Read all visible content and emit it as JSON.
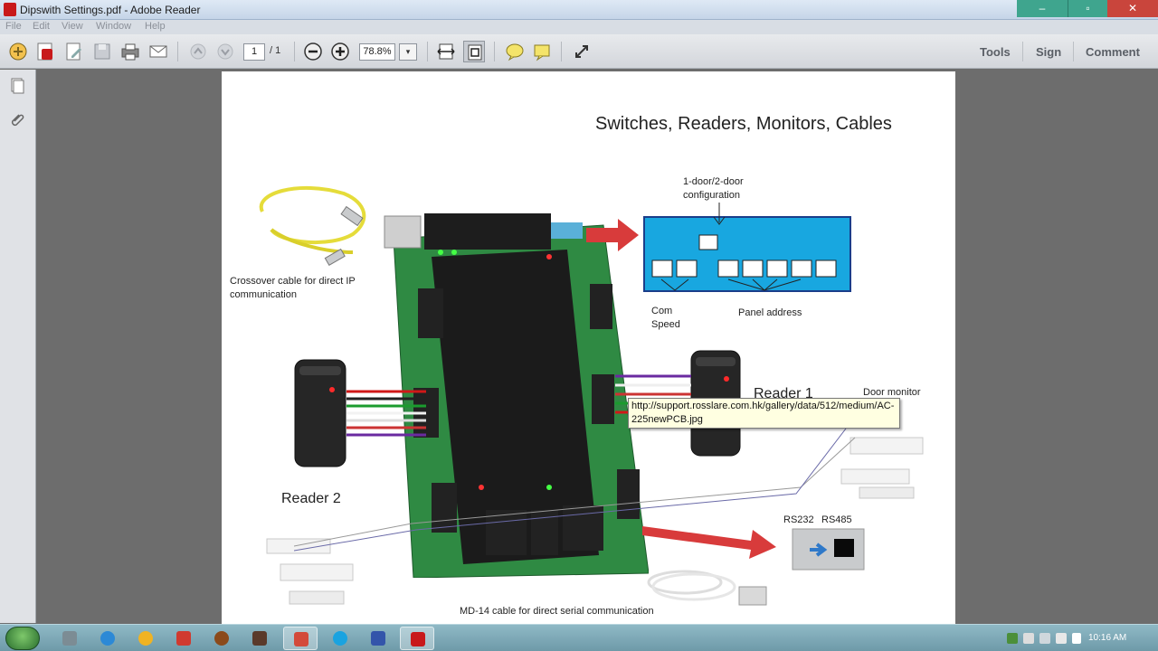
{
  "window": {
    "title": "Dipswith Settings.pdf - Adobe Reader",
    "controls": {
      "minimize": "–",
      "maximize": "▫",
      "close": "✕"
    }
  },
  "menu": [
    "File",
    "Edit",
    "View",
    "Window",
    "Help"
  ],
  "toolbar": {
    "page_current": "1",
    "page_total": "/ 1",
    "zoom": "78.8%",
    "zoom_drop": "▾",
    "links": {
      "tools": "Tools",
      "sign": "Sign",
      "comment": "Comment"
    }
  },
  "document": {
    "title": "Switches, Readers, Monitors, Cables",
    "labels": {
      "crossover": "Crossover cable for direct IP communication",
      "door_config": "1-door/2-door configuration",
      "com_speed": "Com Speed",
      "panel_address": "Panel address",
      "reader1": "Reader 1",
      "reader2": "Reader 2",
      "door_monitor": "Door monitor",
      "rs232": "RS232",
      "rs485": "RS485",
      "md14": "MD-14 cable for direct serial communication"
    },
    "tooltip": "http://support.rosslare.com.hk/gallery/data/512/medium/AC-225newPCB.jpg"
  },
  "taskbar": {
    "clock": "10:16 AM"
  },
  "colors": {
    "title_bar": "#c5d5e8",
    "close_button": "#c9453c",
    "page_bg": "#ffffff",
    "doc_bg": "#6d6d6d",
    "dip_panel": "#18a7e0",
    "arrow": "#d83b3b",
    "pcb": "#2f8a43",
    "taskbar": "#7aa6b4"
  },
  "icons": [
    "create-pdf-icon",
    "adobe-icon",
    "edit-icon",
    "save-icon",
    "print-icon",
    "email-icon",
    "prev-page-icon",
    "next-page-icon",
    "zoom-out-icon",
    "zoom-in-icon",
    "fit-width-icon",
    "fit-page-icon",
    "comment-icon",
    "highlight-icon",
    "expand-icon",
    "pages-icon",
    "attachment-icon"
  ]
}
